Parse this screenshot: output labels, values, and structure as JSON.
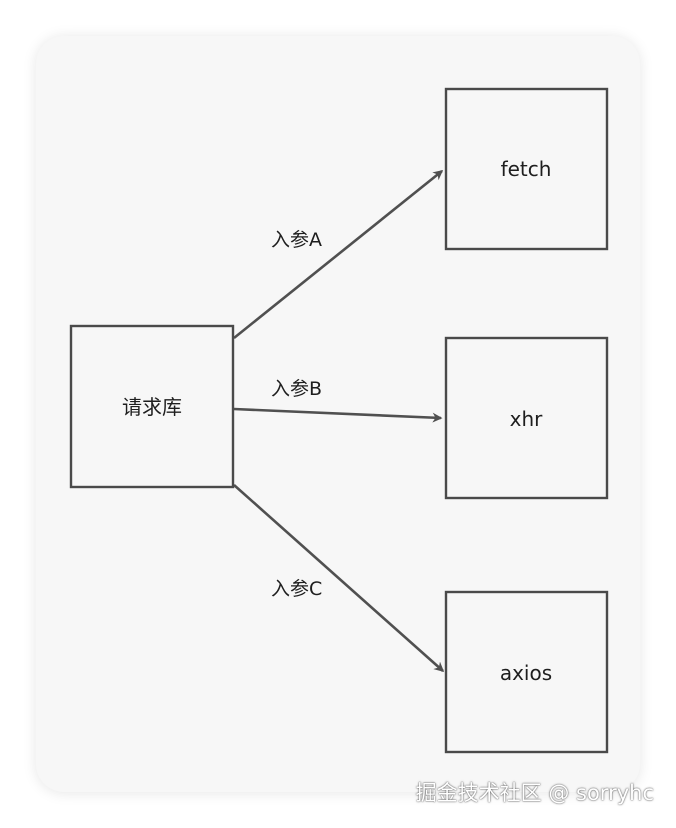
{
  "diagram": {
    "nodes": {
      "library": "请求库",
      "fetch": "fetch",
      "xhr": "xhr",
      "axios": "axios"
    },
    "edges": {
      "to_fetch": "入参A",
      "to_xhr": "入参B",
      "to_axios": "入参C"
    }
  },
  "watermark": "掘金技术社区 @ sorryhc",
  "colors": {
    "stroke": "#4a4a4a",
    "card_background": "#f7f7f7"
  }
}
